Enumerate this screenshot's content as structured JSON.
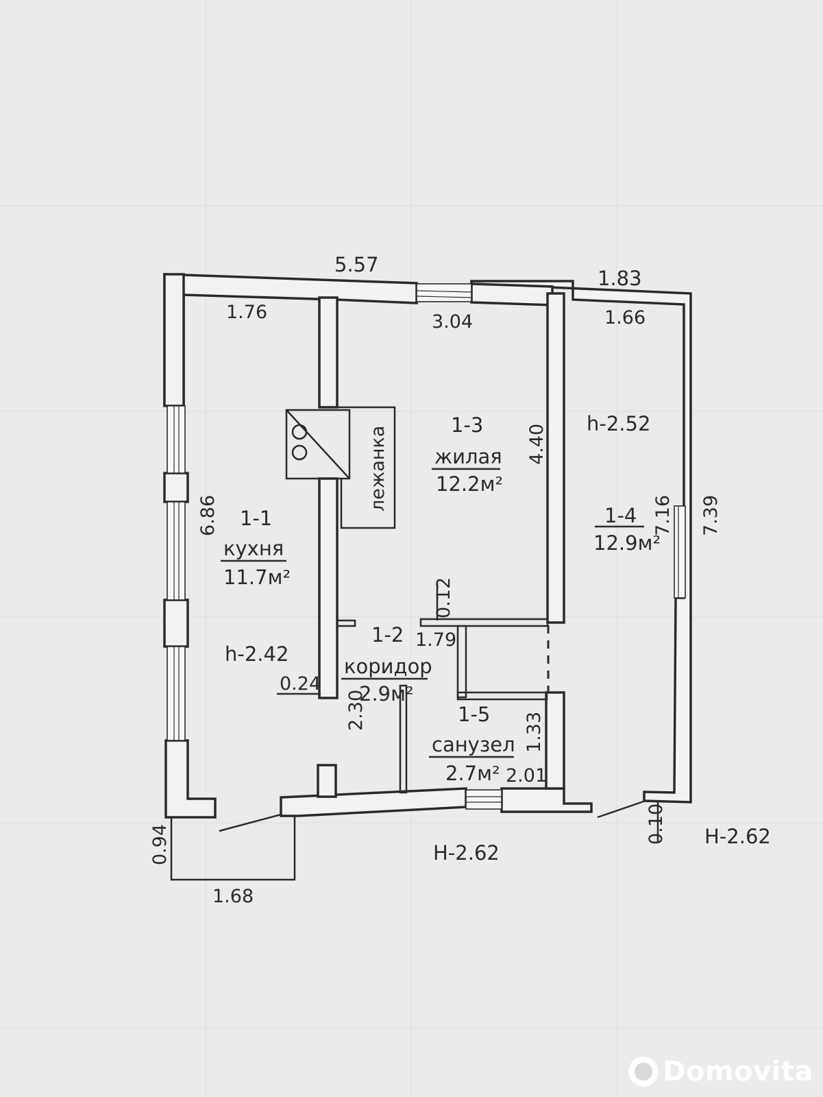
{
  "plan": {
    "dims": {
      "top_overall": "5.57",
      "top_right_overall": "1.83",
      "kitchen_top": "1.76",
      "living_top": "3.04",
      "room4_top": "1.66",
      "living_right": "4.40",
      "kitchen_left": "6.86",
      "room4_inner": "7.16",
      "room4_outer": "7.39",
      "corridor_stub": "0.12",
      "corridor_width": "1.79",
      "partition": "0.24",
      "corridor_height": "2.30",
      "bath_height": "1.33",
      "bath_width": "2.01",
      "porch_depth": "0.94",
      "porch_width": "1.68",
      "right_stub": "0.10"
    },
    "heights": {
      "kitchen": "h-2.42",
      "room4": "h-2.52",
      "outer_center": "H-2.62",
      "outer_right": "H-2.62"
    },
    "stove_label": "лежанка",
    "rooms": [
      {
        "id": "1-1",
        "name": "кухня",
        "area": "11.7м²"
      },
      {
        "id": "1-2",
        "name": "коридор",
        "area": "2.9м²"
      },
      {
        "id": "1-3",
        "name": "жилая",
        "area": "12.2м²"
      },
      {
        "id": "1-4",
        "name": "",
        "area": "12.9м²"
      },
      {
        "id": "1-5",
        "name": "санузел",
        "area": "2.7м²"
      }
    ]
  },
  "watermark": "Domovita"
}
